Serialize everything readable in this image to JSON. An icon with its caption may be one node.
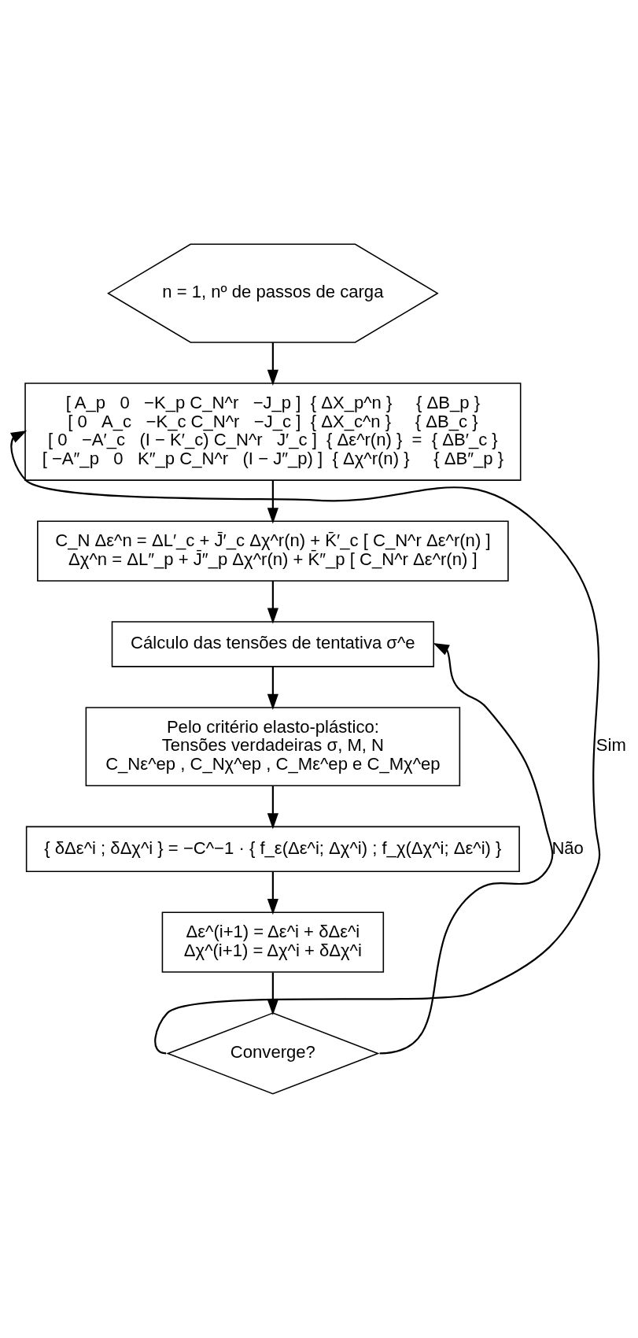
{
  "diagram": {
    "nodes": [
      {
        "text": [
          "n = 1, nº de passos de carga"
        ]
      },
      {
        "text": [
          "[ A_p   0   −K_p C_N^r   −J_p ]  { ΔX_p^n }     { ΔB_p }",
          "[ 0   A_c   −K_c C_N^r   −J_c ]  { ΔX_c^n }     { ΔB_c }",
          "[ 0   −A′_c   (I − K′_c) C_N^r   J′_c ]  { Δε^r(n) }  =  { ΔB′_c }",
          "[ −A″_p   0   K″_p C_N^r   (I − J″_p) ]  { Δχ^r(n) }     { ΔB″_p }"
        ]
      },
      {
        "text": [
          "C_N Δε^n = ΔL′_c + J̄′_c Δχ^r(n) + K̄′_c [ C_N^r Δε^r(n) ]",
          "Δχ^n = ΔL″_p + J̄″_p Δχ^r(n) + K̄″_p [ C_N^r Δε^r(n) ]"
        ]
      },
      {
        "text": [
          "Cálculo das tensões de tentativa σ^e"
        ]
      },
      {
        "text": [
          "Pelo critério elasto-plástico:",
          "Tensões verdadeiras σ, M, N",
          "C_Nε^ep , C_Nχ^ep , C_Mε^ep e C_Mχ^ep"
        ]
      },
      {
        "text": [
          "{ δΔε^i ; δΔχ^i } = −C^−1 · { f_ε(Δε^i; Δχ^i) ; f_χ(Δχ^i; Δε^i) }"
        ]
      },
      {
        "text": [
          "Δε^(i+1) = Δε^i + δΔε^i",
          "Δχ^(i+1) = Δχ^i + δΔχ^i"
        ]
      },
      {
        "text": [
          "Converge?"
        ]
      }
    ],
    "edges": [
      {
        "from": 0,
        "to": 1,
        "arrow": "to"
      },
      {
        "from": 1,
        "to": 2,
        "arrow": "to"
      },
      {
        "from": 2,
        "to": 3,
        "arrow": "to"
      },
      {
        "from": 3,
        "to": 4,
        "arrow": "to"
      },
      {
        "from": 4,
        "to": 5,
        "arrow": "to"
      },
      {
        "from": 5,
        "to": 6,
        "arrow": "to"
      },
      {
        "from": 6,
        "to": 7,
        "arrow": "to"
      },
      {
        "from": 7,
        "to": 1,
        "arrow": "to",
        "label": "Sim"
      },
      {
        "from": 7,
        "to": 3,
        "arrow": "to",
        "label": "Não"
      }
    ]
  }
}
